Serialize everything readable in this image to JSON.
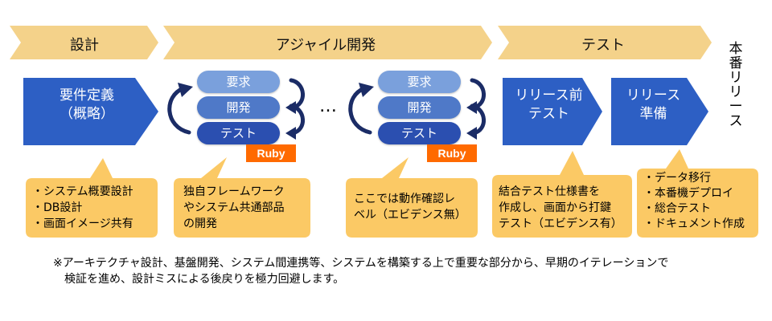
{
  "phases": {
    "design": "設計",
    "agile": "アジャイル開発",
    "test": "テスト"
  },
  "release_label": "本番リリース",
  "boxes": {
    "requirements": [
      "要件定義",
      "（概略）"
    ],
    "pre_release_test": [
      "リリース前",
      "テスト"
    ],
    "release_prep": [
      "リリース",
      "準備"
    ]
  },
  "cycle": {
    "labels": [
      "要求",
      "開発",
      "テスト"
    ],
    "ruby": "Ruby",
    "ellipsis": "…"
  },
  "notes": {
    "design": [
      "・システム概要設計",
      "・DB設計",
      "・画面イメージ共有"
    ],
    "cycle1": [
      "独自フレームワーク",
      "やシステム共通部品",
      "の開発"
    ],
    "cycle2": [
      "ここでは動作確認レ",
      "ベル（エビデンス無）"
    ],
    "test": [
      "結合テスト仕様書を",
      "作成し、画面から打鍵",
      "テスト（エビデンス有）"
    ],
    "release": [
      "・データ移行",
      "・本番機デプロイ",
      "・総合テスト",
      "・ドキュメント作成"
    ]
  },
  "footnote": [
    "※アーキテクチャ設計、基盤開発、システム間連携等、システムを構築する上で重要な部分から、早期のイテレーションで",
    "検証を進め、設計ミスによる後戻りを極力回避します。"
  ],
  "colors": {
    "phase_bar": "#f4d28a",
    "box_blue": "#2d5fc4",
    "pill_light": "#7aa0dc",
    "pill_mid": "#4f79c8",
    "pill_dark": "#2b4fb0",
    "arrow_navy": "#1b2c66",
    "note_bg": "#fbc965",
    "ruby": "#ff6a00"
  }
}
